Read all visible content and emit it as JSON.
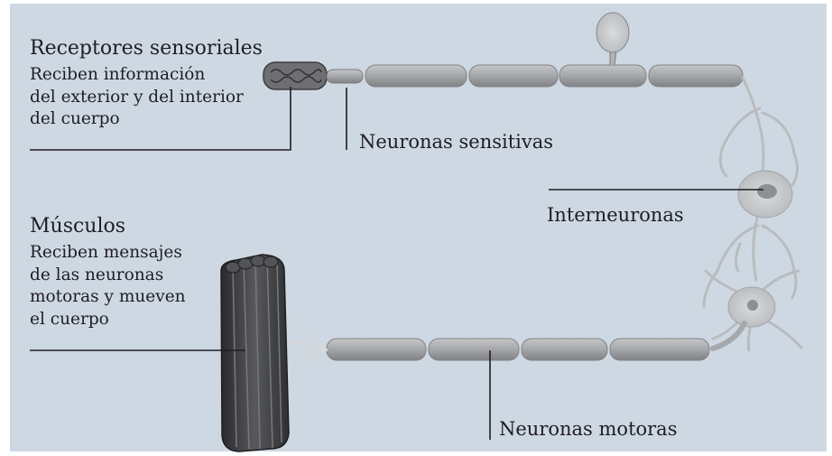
{
  "receptors": {
    "title": "Receptores sensoriales",
    "description": [
      "Reciben información",
      "del exterior y del interior",
      "del cuerpo"
    ]
  },
  "muscles": {
    "title": "Músculos",
    "description": [
      "Reciben mensajes",
      "de las neuronas",
      "motoras y mueven",
      "el cuerpo"
    ]
  },
  "labels": {
    "sensory": "Neuronas sensitivas",
    "inter": "Interneuronas",
    "motor": "Neuronas motoras"
  },
  "colors": {
    "background": "#ced8e3",
    "axon": "#a3a5a8",
    "neuron": "#c9ccce",
    "muscle": "#3a3a3c",
    "line": "#1e1e22"
  }
}
